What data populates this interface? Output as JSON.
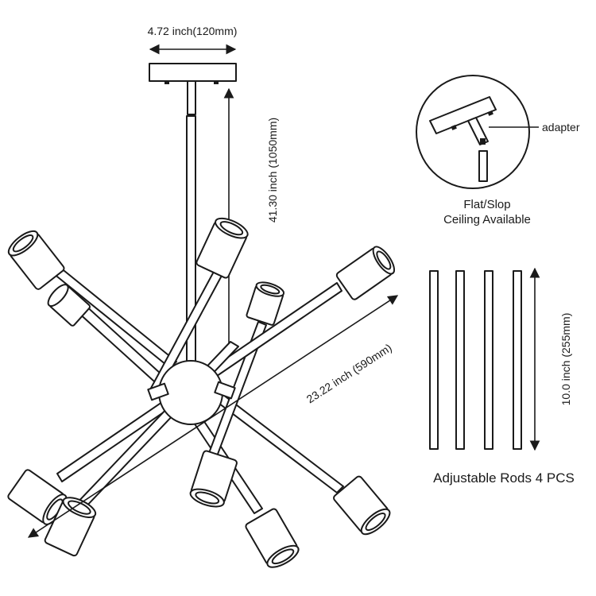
{
  "labels": {
    "canopy_width": "4.72 inch(120mm)",
    "total_height": "41.30 inch (1050mm)",
    "span": "23.22 inch (590mm)",
    "adapter": "adapter",
    "ceiling_line1": "Flat/Slop",
    "ceiling_line2": "Ceiling Available",
    "rod_length": "10.0 inch (255mm)",
    "rods_caption": "Adjustable Rods 4 PCS"
  },
  "colors": {
    "ink": "#1a1a1a",
    "background": "#ffffff"
  }
}
